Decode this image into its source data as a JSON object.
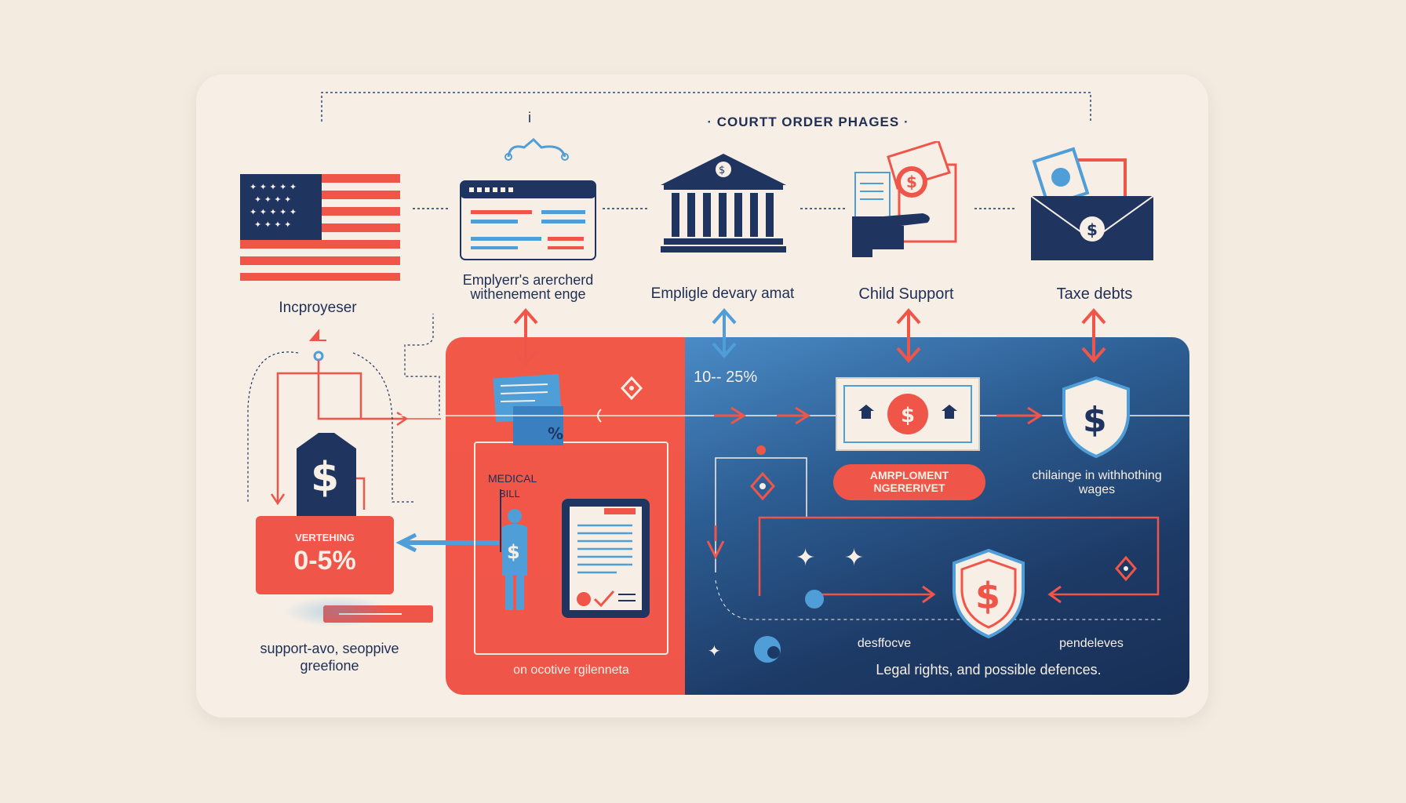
{
  "title": "COURTT   ORDER PHAGES",
  "title_marker": "i",
  "stages": [
    {
      "label": "Incproyeser"
    },
    {
      "label": "Emplyerr's arercherd withenement enge"
    },
    {
      "label": "Empligle devary amat"
    },
    {
      "label": "Child Support"
    },
    {
      "label": "Taxe debts"
    }
  ],
  "left_box": {
    "top": "VERTEHING",
    "value": "0-5%"
  },
  "left_caption": "support-avo, seoppive greefione",
  "red_panel": {
    "medical": "MEDICAL",
    "bill": "BILL",
    "caption": "on ocotive rgilenneta",
    "percent_tag": "%"
  },
  "blue_panel": {
    "percent": "10-- 25%",
    "pill": "AMRPLOMENT NGERERIVET",
    "challenge": "chilainge in withhothing wages",
    "defense_left": "desffocve",
    "defense_right": "pendeleves",
    "footer": "Legal rights, and possible defences."
  },
  "colors": {
    "red": "#f0554a",
    "navy": "#1d3a66",
    "blue": "#4f9ed8",
    "cream": "#f7efe6"
  }
}
